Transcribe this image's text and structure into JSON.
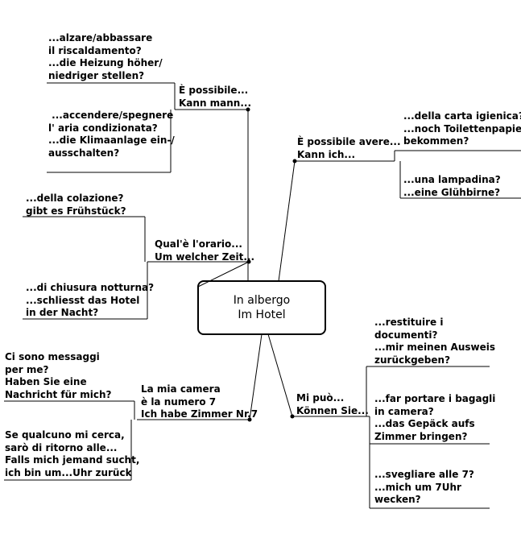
{
  "center": {
    "line1": "In albergo",
    "line2": "Im Hotel"
  },
  "branches": {
    "possibile": {
      "label": "È possibile...\nKann mann...",
      "leaves": [
        "...alzare/abbassare\nil riscaldamento?\n...die Heizung höher/\nniedriger stellen?",
        " ...accendere/spegnere\nl' aria condizionata?\n...die Klimaanlage ein-/\nausschalten?"
      ]
    },
    "avere": {
      "label": "È possibile avere...\nKann ich...",
      "leaves": [
        "...della carta igienica?\n...noch Toilettenpapier\nbekommen?",
        "...una lampadina?\n...eine Glühbirne?"
      ]
    },
    "orario": {
      "label": "Qual'è l'orario...\nUm welcher Zeit...",
      "leaves": [
        "...della colazione?\ngibt es Frühstück?",
        "...di chiusura notturna?\n...schliesst das Hotel\nin der Nacht?"
      ]
    },
    "camera": {
      "label": "La mia camera\nè la numero 7\nIch habe Zimmer Nr.7",
      "leaves": [
        "Ci sono messaggi\nper me?\nHaben Sie eine\nNachricht für mich?",
        "Se qualcuno mi cerca,\nsarò di ritorno alle...\nFalls mich jemand sucht,\nich bin um...Uhr zurück"
      ]
    },
    "puo": {
      "label": "Mi può...\nKönnen Sie...",
      "leaves": [
        "...restituire i\ndocumenti?\n...mir meinen Ausweis\nzurückgeben?",
        "...far portare i bagagli\nin camera?\n...das Gepäck aufs\nZimmer bringen?",
        "...svegliare alle 7?\n...mich um 7Uhr\nwecken?"
      ]
    }
  }
}
